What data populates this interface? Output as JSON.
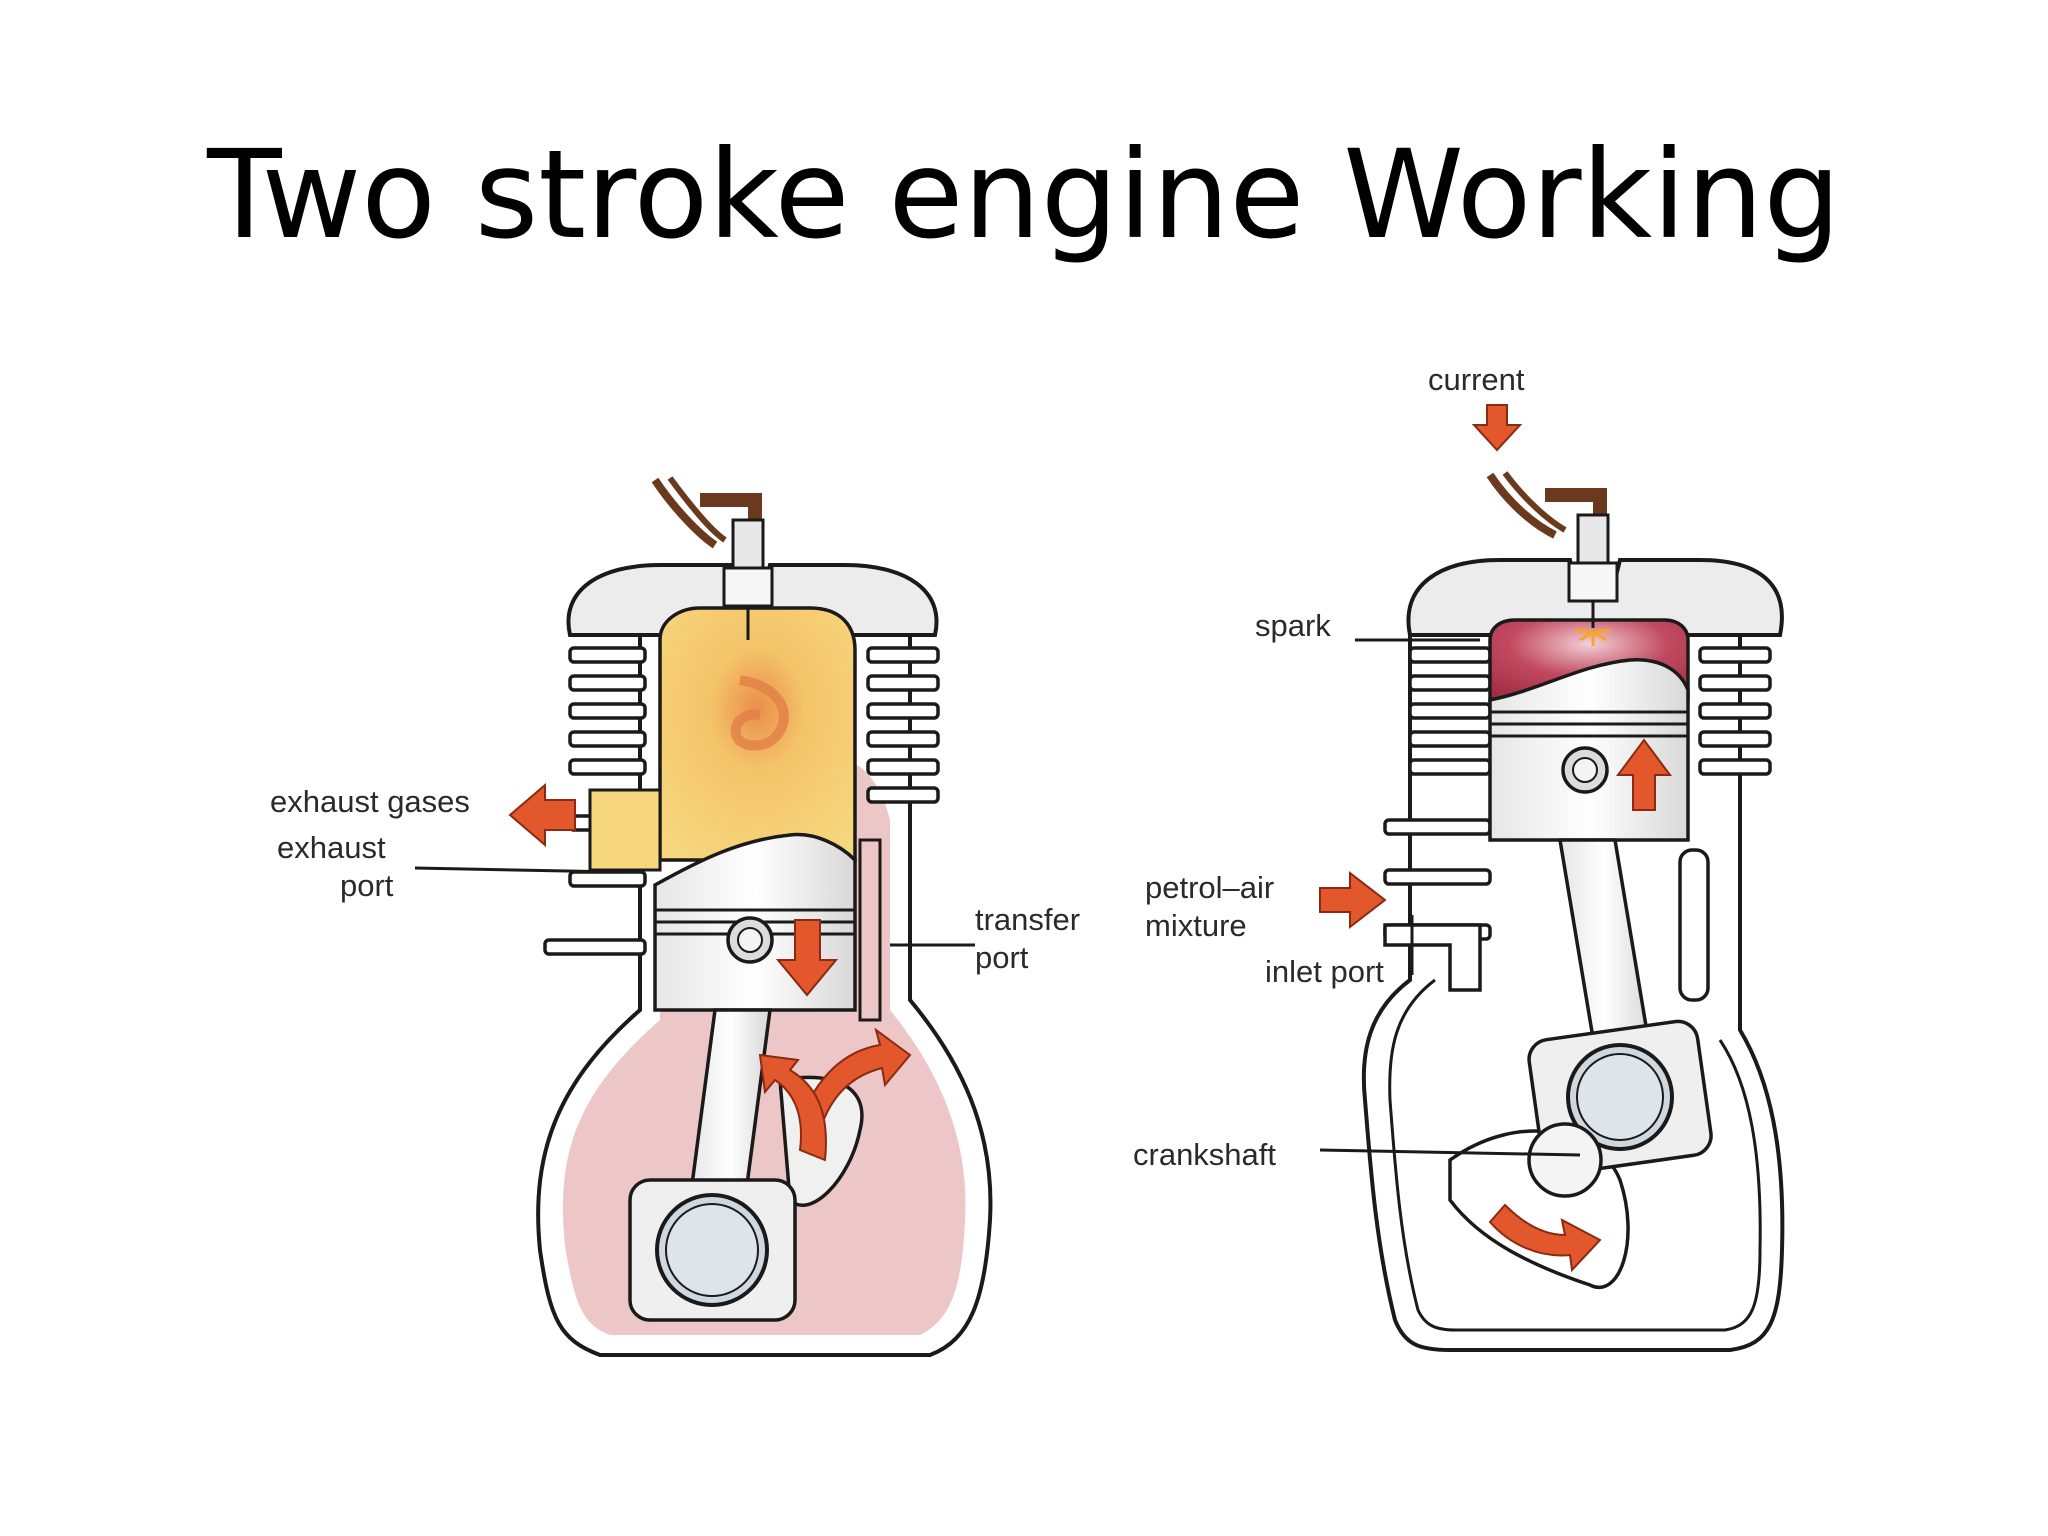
{
  "slide": {
    "title": "Two stroke engine Working"
  },
  "colors": {
    "arrow": "#e2572b",
    "burning_gas": "#f2c35a",
    "crankcase_mixture": "#edc7c8",
    "combustion_charge": "#b23a4c",
    "metal": "#f2f2f2",
    "wire": "#6b3a1e"
  },
  "left_diagram": {
    "labels": {
      "exhaust_gases": "exhaust gases",
      "exhaust_port_1": "exhaust",
      "exhaust_port_2": "port",
      "transfer_port_1": "transfer",
      "transfer_port_2": "port"
    }
  },
  "right_diagram": {
    "labels": {
      "current": "current",
      "spark": "spark",
      "petrol_air_1": "petrol–air",
      "petrol_air_2": "mixture",
      "inlet_port": "inlet port",
      "crankshaft": "crankshaft"
    }
  }
}
